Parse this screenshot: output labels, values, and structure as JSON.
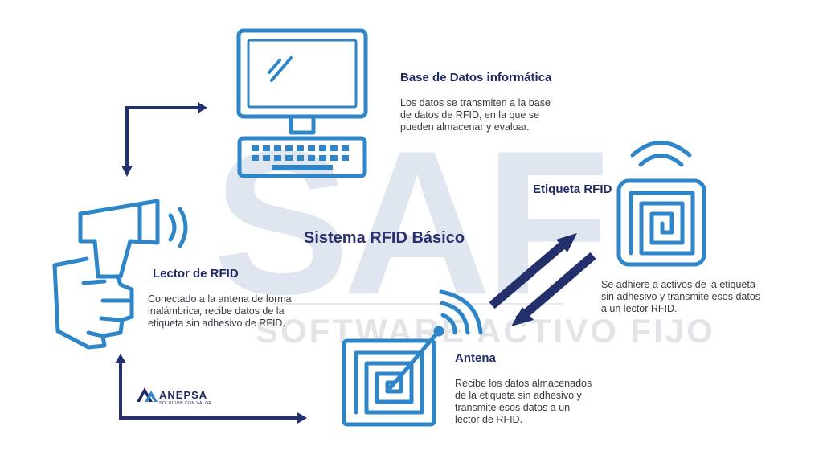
{
  "watermark": {
    "main": "SAF",
    "sub": "SOFTWARE ACTIVO FIJO"
  },
  "title": "Sistema RFID Básico",
  "database": {
    "heading": "Base de Datos informática",
    "lines": [
      "Los datos se transmiten a la base",
      "de datos de RFID, en la que se",
      "pueden almacenar y evaluar."
    ]
  },
  "tag": {
    "heading": "Etiqueta RFID",
    "lines": [
      "Se adhiere a activos de la etiqueta",
      "sin adhesivo y transmite esos datos",
      "a un lector RFID."
    ]
  },
  "reader": {
    "heading": "Lector de RFID",
    "lines": [
      "Conectado a la antena de forma",
      "inalámbrica, recibe datos de la",
      "etiqueta sin adhesivo de RFID."
    ]
  },
  "antenna": {
    "heading": "Antena",
    "lines": [
      "Recibe los datos almacenados",
      "de la etiqueta sin adhesivo y",
      "transmite esos  datos  a un",
      "lector de RFID."
    ]
  },
  "logo": {
    "name": "ANEPSA",
    "tagline": "SOLUCIÓN CON VALOR"
  },
  "colors": {
    "icon": "#2e86c9",
    "arrow": "#23306b",
    "heading": "#1f2a63",
    "watermark": "#dfe6ef"
  }
}
